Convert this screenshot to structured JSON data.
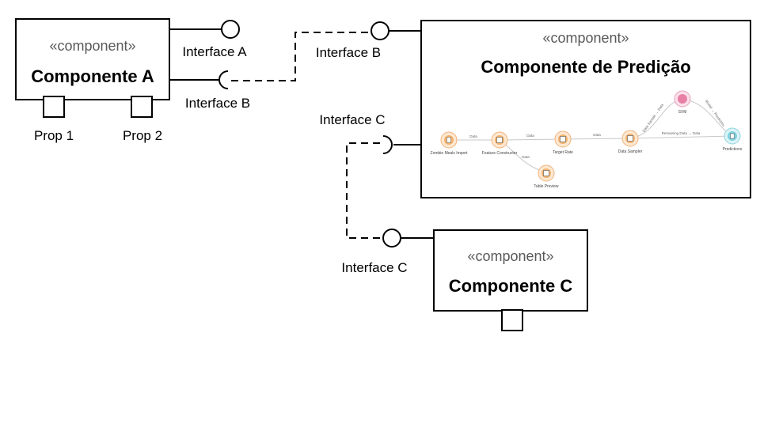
{
  "components": {
    "a": {
      "stereotype": "«component»",
      "name": "Componente A"
    },
    "predicao": {
      "stereotype": "«component»",
      "name": "Componente de Predição"
    },
    "c": {
      "stereotype": "«component»",
      "name": "Componente C"
    }
  },
  "ports": {
    "prop1": "Prop 1",
    "prop2": "Prop 2"
  },
  "interfaces": {
    "a_provided": "Interface A",
    "b_required": "Interface B",
    "b_provided": "Interface B",
    "c_required": "Interface C",
    "c_provided": "Interface C"
  },
  "workflow": {
    "nodes": {
      "zombie": "Zombie Meals Import",
      "feature": "Feature Constructor",
      "target": "Target Rate",
      "sampler": "Data Sampler",
      "svm": "SVM",
      "preview": "Table Preview",
      "predictions": "Predictions"
    },
    "edges": {
      "e1": "Data",
      "e2": "Data",
      "e3": "Data",
      "e4": "Data",
      "e5": "Data Sample → Data",
      "e6": "Model → Predictors",
      "e7": "Remaining Data → Data"
    },
    "colors": {
      "data": "#f5b26b",
      "model": "#e87fa4",
      "eval": "#7fd3e0"
    }
  }
}
